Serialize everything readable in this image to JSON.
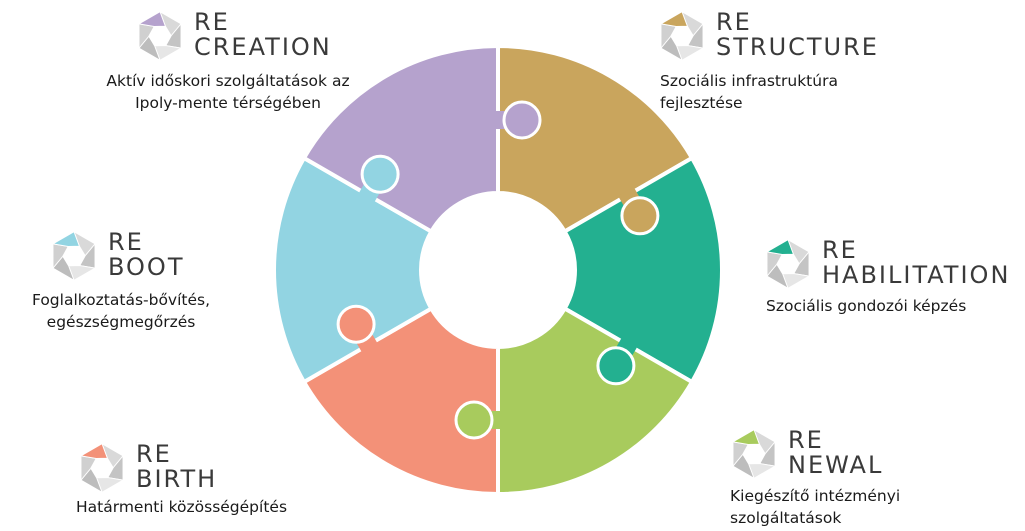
{
  "colors": {
    "recreation": "#b5a2cd",
    "restructure": "#c9a55d",
    "rehabilitation": "#23b090",
    "renewal": "#a8cb5d",
    "rebirth": "#f39178",
    "reboot": "#92d4e2"
  },
  "modules": [
    {
      "id": "recreation",
      "re": "RE",
      "word": "CREATION",
      "desc": "Aktív időskori szolgáltatások az\nIpoly-mente térségében",
      "icon": "hexagon-logo-purple-icon"
    },
    {
      "id": "restructure",
      "re": "RE",
      "word": "STRUCTURE",
      "desc": "Szociális infrastruktúra\nfejlesztése",
      "icon": "hexagon-logo-gold-icon"
    },
    {
      "id": "rehabilitation",
      "re": "RE",
      "word": "HABILITATION",
      "desc": "Szociális gondozói képzés",
      "icon": "hexagon-logo-teal-icon"
    },
    {
      "id": "renewal",
      "re": "RE",
      "word": "NEWAL",
      "desc": "Kiegészítő intézményi\nszolgáltatások",
      "icon": "hexagon-logo-green-icon"
    },
    {
      "id": "rebirth",
      "re": "RE",
      "word": "BIRTH",
      "desc": "Határmenti közösségépítés",
      "icon": "hexagon-logo-coral-icon"
    },
    {
      "id": "reboot",
      "re": "RE",
      "word": "BOOT",
      "desc": "Foglalkoztatás-bővítés,\negészségmegőrzés",
      "icon": "hexagon-logo-blue-icon"
    }
  ]
}
